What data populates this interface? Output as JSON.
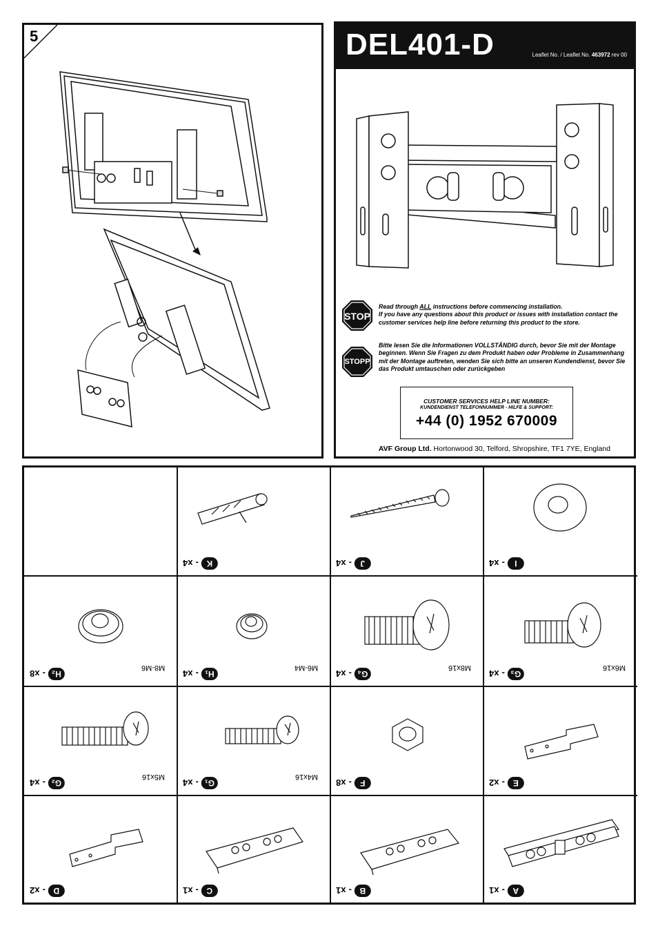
{
  "step": {
    "number": "5"
  },
  "header": {
    "model": "DEL401-D",
    "leaflet_label": "Leaflet No. / Leaflet No.",
    "leaflet_number": "463972",
    "revision": "rev 00"
  },
  "warnings": {
    "en_sign": "STOP",
    "en_text_1": "Read through ",
    "en_text_all": "ALL",
    "en_text_2": " instructions before commencing installation.",
    "en_text_3": "If you have any questions about this product or issues with installation contact the customer services help line before returning this product to the store.",
    "de_sign": "STOPP",
    "de_text": "Bitte lesen Sie die Informationen VOLLSTÄNDIG durch, bevor Sie mit der Montage beginnen.  Wenn Sie Fragen zu dem Produkt haben oder Probleme in Zusammenhang mit der Montage auftreten, wenden Sie sich bitte an unseren Kundendienst, bevor Sie das Produkt umtauschen oder zurückgeben"
  },
  "helpline": {
    "title_en": "CUSTOMER SERVICES HELP LINE NUMBER:",
    "title_de": "KUNDENDIENST TELEFONNUMMER - HILFE & SUPPORT:",
    "phone": "+44 (0) 1952 670009"
  },
  "address": {
    "company": "AVF Group Ltd.",
    "location": " Hortonwood 30, Telford, Shropshire, TF1 7YE, England"
  },
  "parts": [
    {
      "id": "empty",
      "letter": "",
      "qty": "",
      "spec": ""
    },
    {
      "id": "K",
      "letter": "K",
      "qty": "x4",
      "spec": ""
    },
    {
      "id": "J",
      "letter": "J",
      "qty": "x4",
      "spec": ""
    },
    {
      "id": "I",
      "letter": "I",
      "qty": "x4",
      "spec": ""
    },
    {
      "id": "H2",
      "letter": "H₂",
      "qty": "x8",
      "spec": "M8-M6"
    },
    {
      "id": "H1",
      "letter": "H₁",
      "qty": "x4",
      "spec": "M6-M4"
    },
    {
      "id": "G4",
      "letter": "G₄",
      "qty": "x4",
      "spec": "M8x16"
    },
    {
      "id": "G3",
      "letter": "G₃",
      "qty": "x4",
      "spec": "M6x16"
    },
    {
      "id": "G2",
      "letter": "G₂",
      "qty": "x4",
      "spec": "M5x16"
    },
    {
      "id": "G1",
      "letter": "G₁",
      "qty": "x4",
      "spec": "M4x16"
    },
    {
      "id": "F",
      "letter": "F",
      "qty": "x8",
      "spec": ""
    },
    {
      "id": "E",
      "letter": "E",
      "qty": "x2",
      "spec": ""
    },
    {
      "id": "D",
      "letter": "D",
      "qty": "x2",
      "spec": ""
    },
    {
      "id": "C",
      "letter": "C",
      "qty": "x1",
      "spec": ""
    },
    {
      "id": "B",
      "letter": "B",
      "qty": "x1",
      "spec": ""
    },
    {
      "id": "A",
      "letter": "A",
      "qty": "x1",
      "spec": ""
    }
  ]
}
